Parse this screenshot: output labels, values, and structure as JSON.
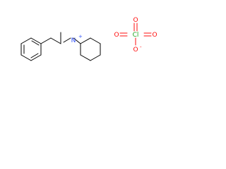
{
  "colors": {
    "nitrogen": "#3050f8",
    "oxygen": "#ff0d0d",
    "chlorine": "#1ea51e",
    "bond": "#000000"
  },
  "cation": {
    "nitrogen_symbol": "N",
    "nitrogen_charge": "+"
  },
  "anion": {
    "chlorine_symbol": "Cl",
    "oxygen_top": "O",
    "oxygen_left": "O",
    "oxygen_right": "O",
    "oxygen_bottom": "O",
    "oxygen_bottom_charge": "-"
  }
}
